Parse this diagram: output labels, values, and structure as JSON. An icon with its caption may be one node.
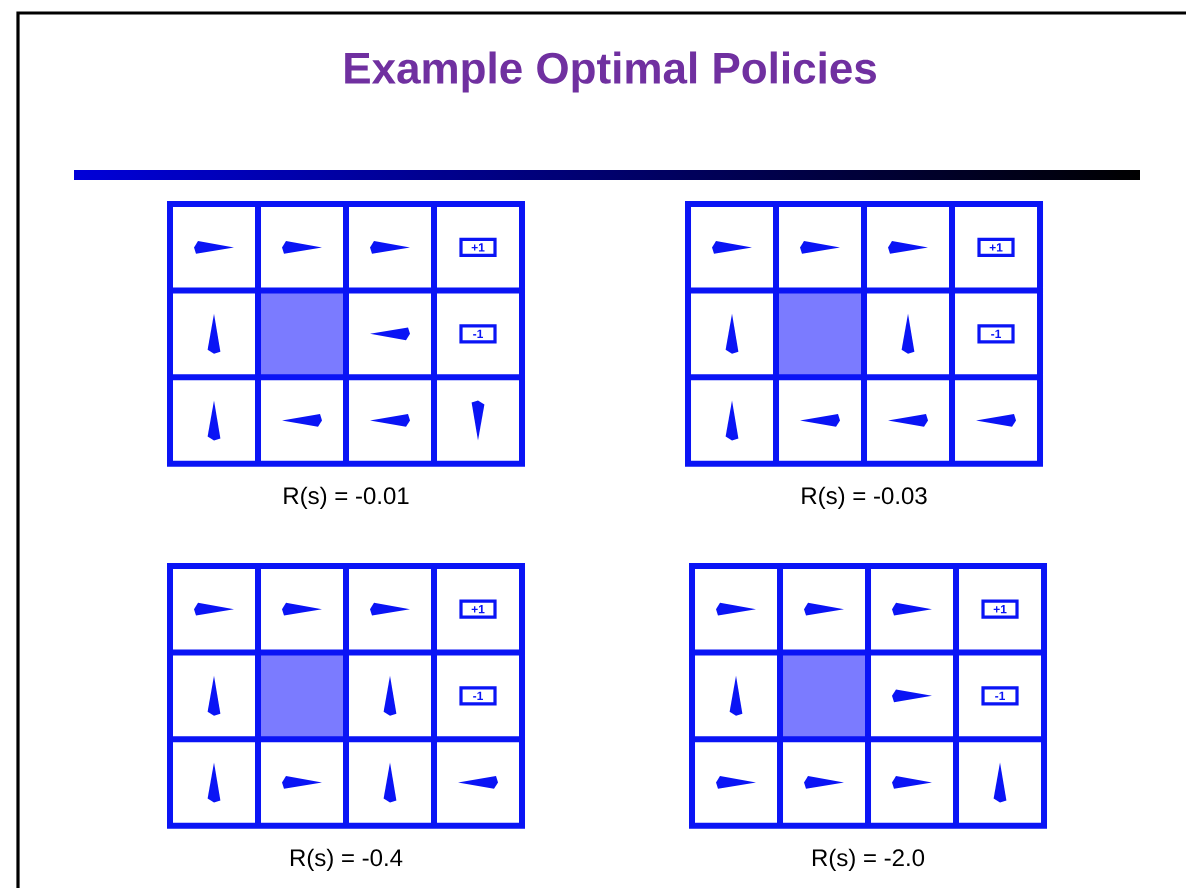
{
  "diagram": {
    "title": "Example Optimal Policies",
    "labels": [
      "+1",
      "-1",
      "R(s) = -0.01",
      "+1",
      "-1",
      "R(s) = -0.03",
      "+1",
      "-1",
      "R(s) = -0.4",
      "+1",
      "-1",
      "R(s) = -2.0"
    ]
  }
}
